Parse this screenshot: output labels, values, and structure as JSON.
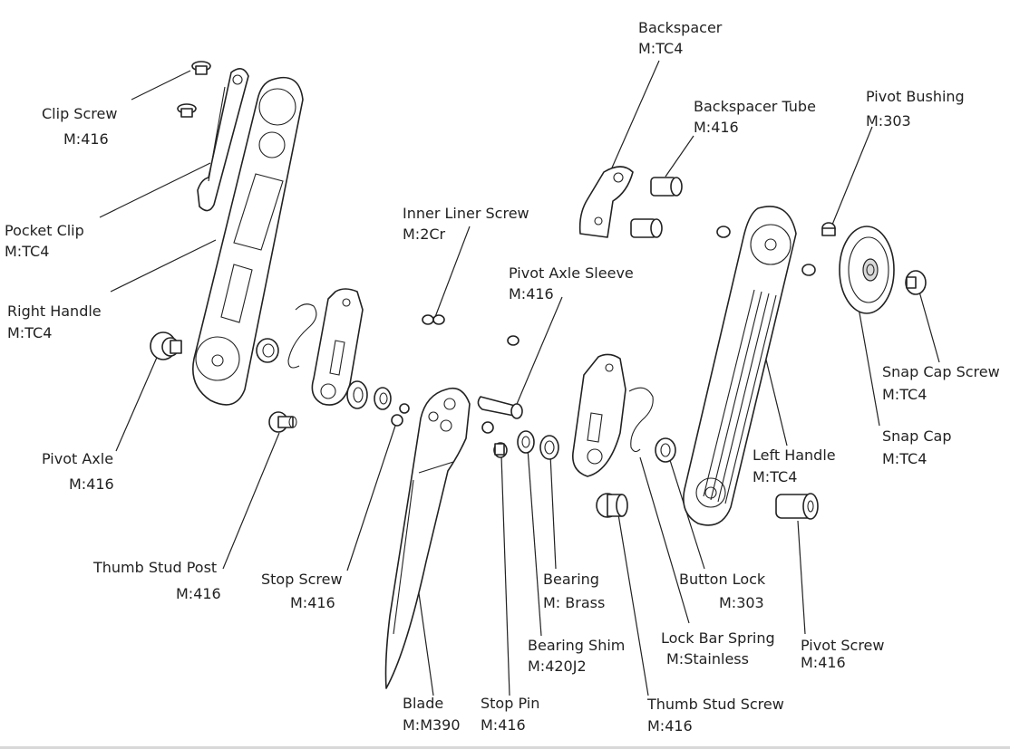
{
  "diagram": {
    "labels": [
      {
        "id": "clip-screw",
        "name": "Clip Screw",
        "material": "M:416"
      },
      {
        "id": "pocket-clip",
        "name": "Pocket Clip",
        "material": "M:TC4"
      },
      {
        "id": "right-handle",
        "name": "Right Handle",
        "material": "M:TC4"
      },
      {
        "id": "pivot-axle",
        "name": "Pivot Axle",
        "material": "M:416"
      },
      {
        "id": "thumb-stud-post",
        "name": "Thumb Stud Post",
        "material": "M:416"
      },
      {
        "id": "stop-screw",
        "name": "Stop Screw",
        "material": "M:416"
      },
      {
        "id": "inner-liner-screw",
        "name": "Inner Liner Screw",
        "material": "M:2Cr"
      },
      {
        "id": "pivot-axle-sleeve",
        "name": "Pivot Axle Sleeve",
        "material": "M:416"
      },
      {
        "id": "blade",
        "name": "Blade",
        "material": "M:M390"
      },
      {
        "id": "stop-pin",
        "name": "Stop Pin",
        "material": "M:416"
      },
      {
        "id": "bearing-shim",
        "name": "Bearing Shim",
        "material": "M:420J2"
      },
      {
        "id": "bearing",
        "name": "Bearing",
        "material": "M: Brass"
      },
      {
        "id": "thumb-stud-screw",
        "name": "Thumb Stud Screw",
        "material": "M:416"
      },
      {
        "id": "lock-bar-spring",
        "name": "Lock Bar Spring",
        "material": "M:Stainless"
      },
      {
        "id": "button-lock",
        "name": "Button Lock",
        "material": "M:303"
      },
      {
        "id": "backspacer",
        "name": "Backspacer",
        "material": "M:TC4"
      },
      {
        "id": "backspacer-tube",
        "name": "Backspacer Tube",
        "material": "M:416"
      },
      {
        "id": "pivot-bushing",
        "name": "Pivot Bushing",
        "material": "M:303"
      },
      {
        "id": "left-handle",
        "name": "Left Handle",
        "material": "M:TC4"
      },
      {
        "id": "snap-cap-screw",
        "name": "Snap Cap Screw",
        "material": "M:TC4"
      },
      {
        "id": "snap-cap",
        "name": "Snap Cap",
        "material": "M:TC4"
      },
      {
        "id": "pivot-screw",
        "name": "Pivot Screw",
        "material": "M:416"
      }
    ]
  }
}
